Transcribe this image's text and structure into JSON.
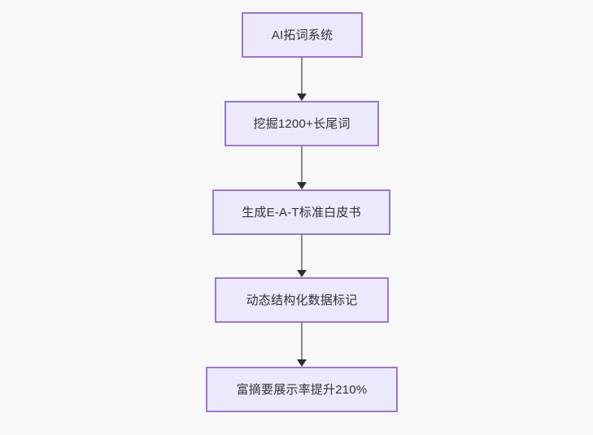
{
  "diagram": {
    "type": "flowchart",
    "direction": "top-to-bottom",
    "background_color": "#f8f8f8",
    "node_fill_color": "#ece9fd",
    "node_border_color": "#9a77cf",
    "node_text_color": "#333333",
    "connector_line_color": "#8c8c8c",
    "connector_arrow_color": "#2e2e2e",
    "nodes": [
      {
        "id": "n0",
        "label": "AI拓词系统"
      },
      {
        "id": "n1",
        "label": "挖掘1200+长尾词"
      },
      {
        "id": "n2",
        "label": "生成E-A-T标准白皮书"
      },
      {
        "id": "n3",
        "label": "动态结构化数据标记"
      },
      {
        "id": "n4",
        "label": "富摘要展示率提升210%"
      }
    ],
    "edges": [
      {
        "from": "n0",
        "to": "n1",
        "label": ""
      },
      {
        "from": "n1",
        "to": "n2",
        "label": ""
      },
      {
        "from": "n2",
        "to": "n3",
        "label": ""
      },
      {
        "from": "n3",
        "to": "n4",
        "label": ""
      }
    ]
  }
}
